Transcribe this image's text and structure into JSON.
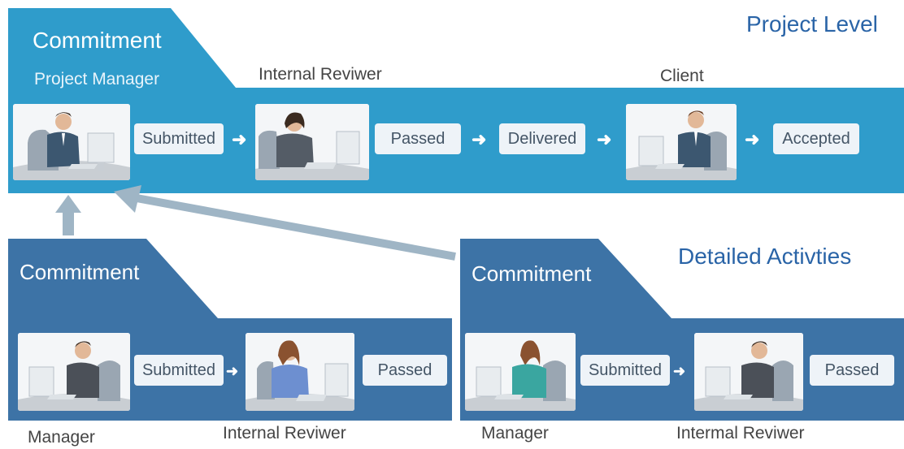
{
  "project_level": {
    "heading": "Project Level",
    "commitment": "Commitment",
    "role_project_manager": "Project Manager",
    "role_internal_reviewer": "Internal Reviwer",
    "role_client": "Client",
    "steps": [
      "Submitted",
      "Passed",
      "Delivered",
      "Accepted"
    ]
  },
  "detailed": {
    "heading": "Detailed Activties",
    "left": {
      "commitment": "Commitment",
      "steps": [
        "Submitted",
        "Passed"
      ],
      "role_manager": "Manager",
      "role_reviewer": "Internal Reviwer"
    },
    "right": {
      "commitment": "Commitment",
      "steps": [
        "Submitted",
        "Passed"
      ],
      "role_manager": "Manager",
      "role_reviewer": "Intermal Reviwer"
    }
  },
  "colors": {
    "project_band": "#2f9ccb",
    "detail_band": "#3d73a6",
    "connector": "#9fb5c5",
    "heading_text": "#2a64a7"
  },
  "icons": [
    "person-at-computer-icon",
    "arrow-right-icon",
    "arrow-up-icon",
    "arrow-diagonal-icon"
  ]
}
